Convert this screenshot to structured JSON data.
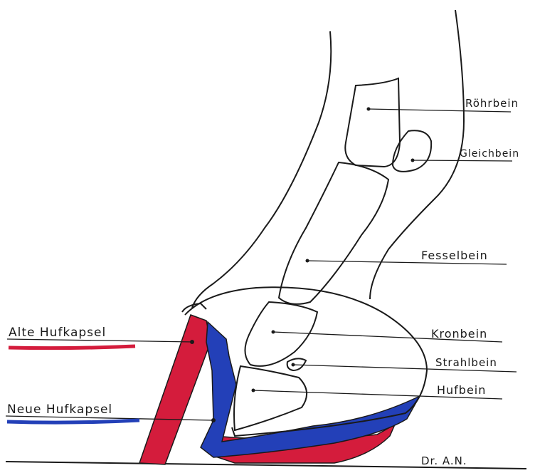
{
  "labels": {
    "roehrbein": "Röhrbein",
    "gleichbein": "Gleichbein",
    "fesselbein": "Fesselbein",
    "kronbein": "Kronbein",
    "strahlbein": "Strahlbein",
    "hufbein": "Hufbein",
    "alte_hufkapsel": "Alte Hufkapsel",
    "neue_hufkapsel": "Neue Hufkapsel",
    "signature": "Dr. A.N."
  },
  "colors": {
    "old_capsule": "#d41c3c",
    "new_capsule": "#2340b8",
    "ink": "#1a1a1a",
    "paper": "#ffffff"
  }
}
